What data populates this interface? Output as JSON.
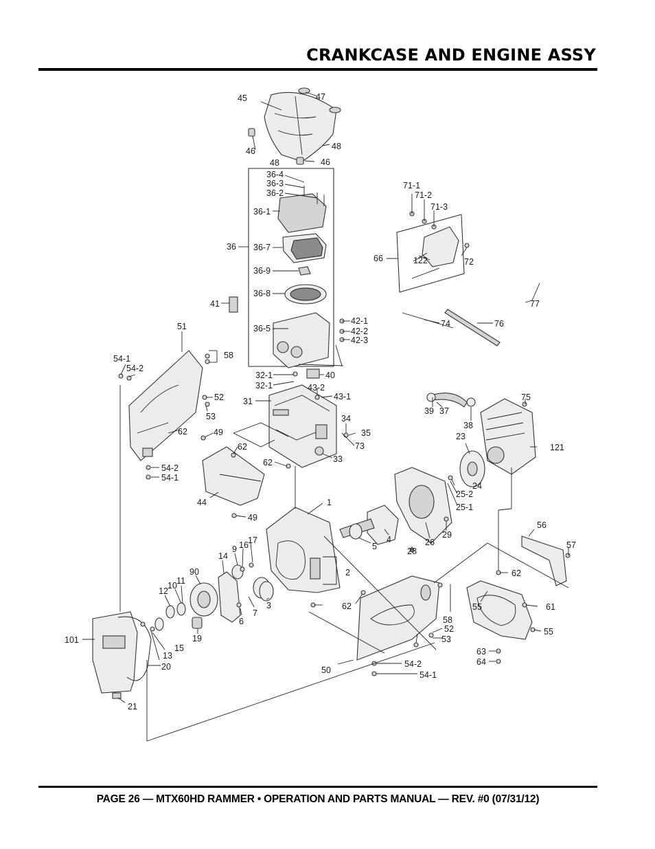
{
  "header": {
    "title": "CRANKCASE AND ENGINE ASSY"
  },
  "footer": {
    "text": "PAGE 26 — MTX60HD RAMMER • OPERATION AND PARTS MANUAL — REV. #0 (07/31/12)"
  },
  "diagram": {
    "callouts": [
      "45",
      "47",
      "46",
      "48",
      "48",
      "46",
      "36-4",
      "36-3",
      "36-2",
      "36-1",
      "36",
      "36-7",
      "36-9",
      "36-8",
      "36-5",
      "41",
      "42-1",
      "42-2",
      "42-3",
      "40",
      "32-1",
      "32-1",
      "31",
      "43-2",
      "43-1",
      "34",
      "35",
      "73",
      "33",
      "71-1",
      "71-2",
      "71-3",
      "66",
      "122",
      "72",
      "77",
      "74",
      "76",
      "51",
      "58",
      "54-1",
      "54-2",
      "52",
      "53",
      "62",
      "49",
      "62",
      "62",
      "54-2",
      "54-1",
      "44",
      "49",
      "39",
      "37",
      "38",
      "75",
      "23",
      "121",
      "24",
      "25-2",
      "25-1",
      "29",
      "26",
      "28",
      "1",
      "5",
      "4",
      "56",
      "57",
      "62",
      "2",
      "61",
      "55",
      "55",
      "17",
      "16",
      "9",
      "14",
      "90",
      "10",
      "11",
      "12",
      "6",
      "7",
      "3",
      "62",
      "58",
      "52",
      "53",
      "101",
      "13",
      "15",
      "19",
      "20",
      "21",
      "50",
      "54-2",
      "54-1",
      "63",
      "64"
    ]
  }
}
